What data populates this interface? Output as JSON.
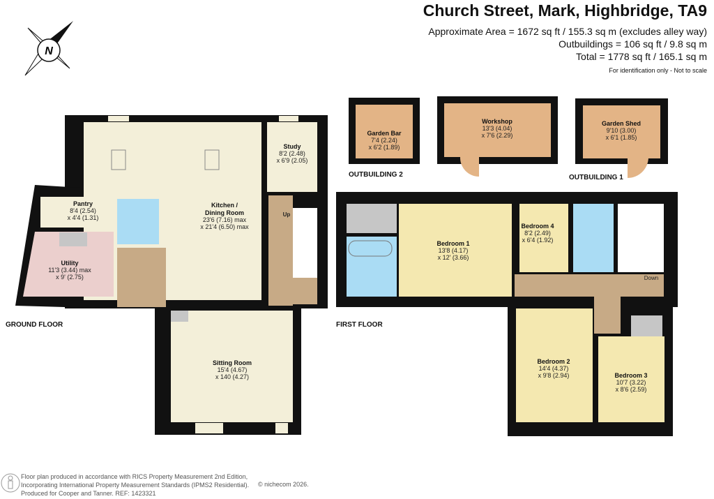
{
  "header": {
    "title": "Church Street, Mark, Highbridge, TA9",
    "area_lines": [
      "Approximate Area = 1672 sq ft / 155.3 sq m (excludes alley way)",
      "Outbuildings = 106 sq ft / 9.8 sq m",
      "Total = 1778 sq ft / 165.1 sq m"
    ],
    "note": "For identification only - Not to scale"
  },
  "compass": {
    "label": "N",
    "icon": "north-compass-icon"
  },
  "floors": {
    "ground": "GROUND FLOOR",
    "first": "FIRST FLOOR",
    "outbuilding1": "OUTBUILDING 1",
    "outbuilding2": "OUTBUILDING 2"
  },
  "rooms": {
    "kitchen": {
      "name": "Kitchen /",
      "name2": "Dining Room",
      "d1": "23'6 (7.16) max",
      "d2": "x 21'4 (6.50) max"
    },
    "study": {
      "name": "Study",
      "d1": "8'2 (2.48)",
      "d2": "x 6'9 (2.05)"
    },
    "pantry": {
      "name": "Pantry",
      "d1": "8'4 (2.54)",
      "d2": "x 4'4 (1.31)"
    },
    "utility": {
      "name": "Utility",
      "d1": "11'3 (3.44) max",
      "d2": "x 9' (2.75)"
    },
    "sitting": {
      "name": "Sitting Room",
      "d1": "15'4 (4.67)",
      "d2": "x 140 (4.27)"
    },
    "bedroom1": {
      "name": "Bedroom 1",
      "d1": "13'8 (4.17)",
      "d2": "x 12' (3.66)"
    },
    "bedroom4": {
      "name": "Bedroom 4",
      "d1": "8'2 (2.49)",
      "d2": "x 6'4 (1.92)"
    },
    "bedroom2": {
      "name": "Bedroom 2",
      "d1": "14'4 (4.37)",
      "d2": "x 9'8 (2.94)"
    },
    "bedroom3": {
      "name": "Bedroom 3",
      "d1": "10'7 (3.22)",
      "d2": "x 8'6 (2.59)"
    },
    "gardenbar": {
      "name": "Garden Bar",
      "d1": "7'4 (2.24)",
      "d2": "x 6'2 (1.89)"
    },
    "workshop": {
      "name": "Workshop",
      "d1": "13'3 (4.04)",
      "d2": "x 7'6 (2.29)"
    },
    "gardenshed": {
      "name": "Garden Shed",
      "d1": "9'10 (3.00)",
      "d2": "x 6'1 (1.85)"
    }
  },
  "stairs": {
    "up": "Up",
    "down": "Down"
  },
  "footer": {
    "lines": [
      "Floor plan produced in accordance with RICS Property Measurement 2nd Edition,",
      "Incorporating International Property Measurement Standards (IPMS2 Residential).",
      "Produced for Cooper and Tanner.   REF:  1423321"
    ],
    "copyright": "© nichecom 2026."
  },
  "colors": {
    "wall": "#111111",
    "kitchen": "#f3efd9",
    "bedroom": "#f4e8b0",
    "hall": "#c7aa86",
    "bath": "#aadcf4",
    "utility": "#ebcfcd",
    "outbuilding": "#e3b486",
    "cupboard": "#c6c6c6"
  }
}
